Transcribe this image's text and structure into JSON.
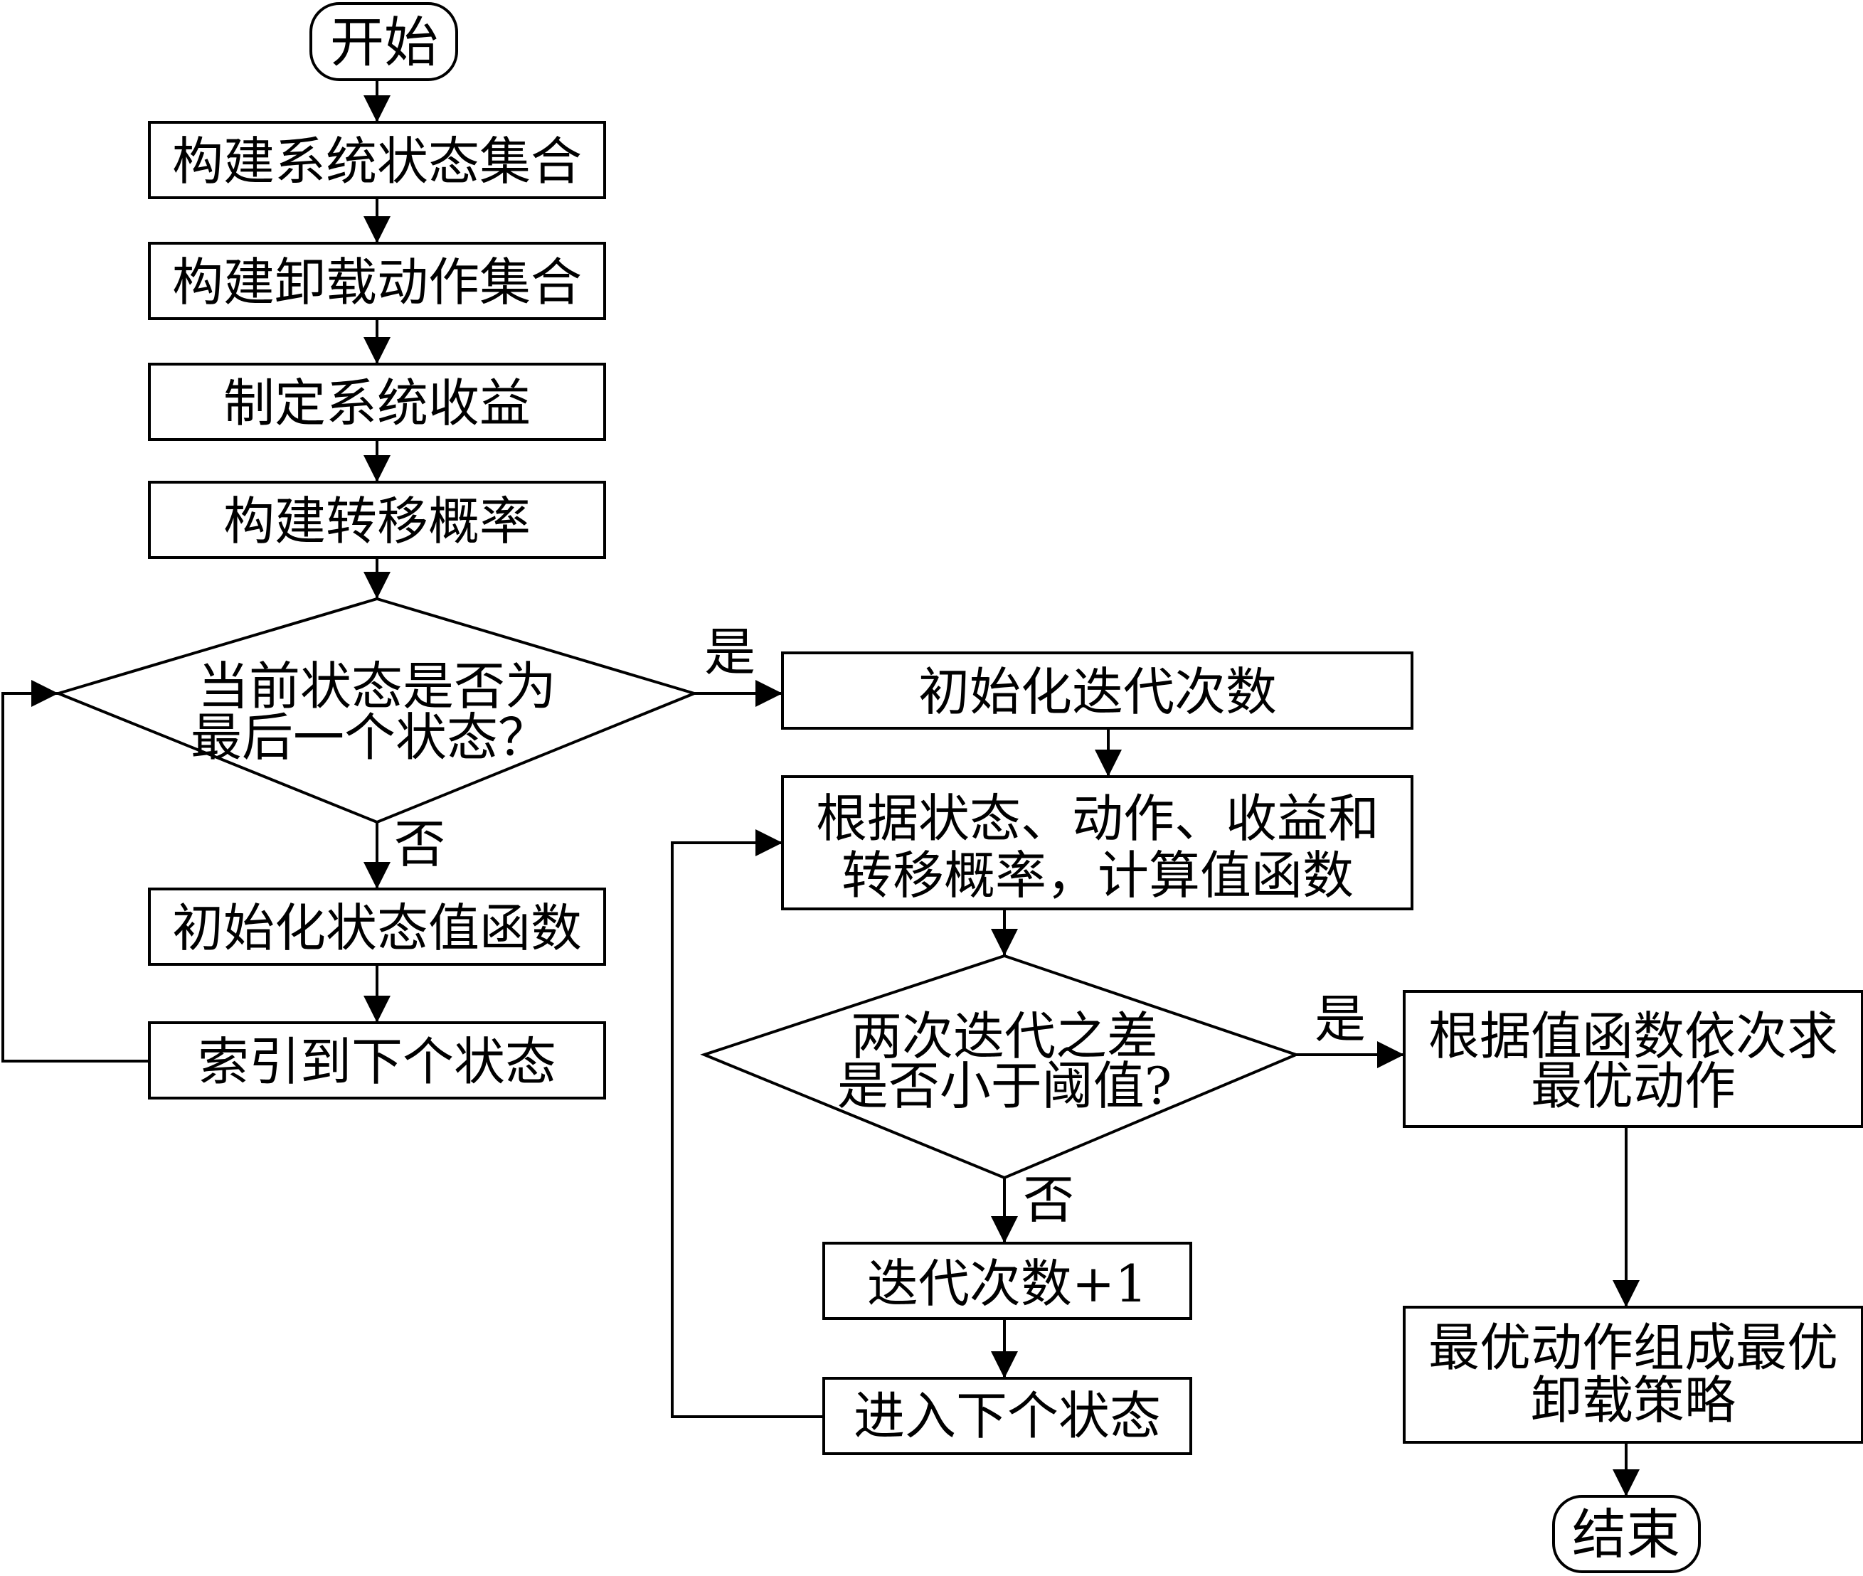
{
  "flowchart": {
    "start": "开始",
    "end": "结束",
    "steps": {
      "build_state_set": "构建系统状态集合",
      "build_offload_action_set": "构建卸载动作集合",
      "define_system_reward": "制定系统收益",
      "build_transition_prob": "构建转移概率",
      "init_iteration_count": "初始化迭代次数",
      "compute_value_func": [
        "根据状态、动作、收益和",
        "转移概率，计算值函数"
      ],
      "init_state_value_func": "初始化状态值函数",
      "index_next_state": "索引到下个状态",
      "iteration_plus_one": "迭代次数+1",
      "enter_next_state": "进入下个状态",
      "find_optimal_action": [
        "根据值函数依次求",
        "最优动作"
      ],
      "optimal_strategy": [
        "最优动作组成最优",
        "卸载策略"
      ]
    },
    "decisions": {
      "last_state": [
        "当前状态是否为",
        "最后一个状态？"
      ],
      "converged": [
        "两次迭代之差",
        "是否小于阈值?"
      ]
    },
    "edge_labels": {
      "last_state_yes": "是",
      "last_state_no": "否",
      "converged_yes": "是",
      "converged_no": "否"
    }
  }
}
